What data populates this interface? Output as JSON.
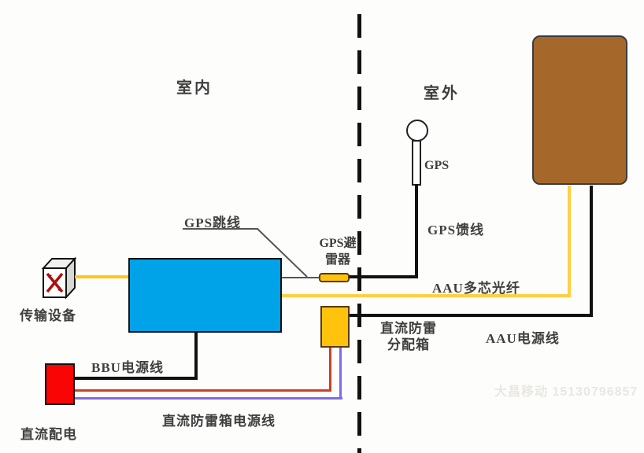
{
  "regions": {
    "indoor": "室内",
    "outdoor": "室外"
  },
  "nodes": {
    "transmission_label": "传输设备",
    "gps_label": "GPS",
    "arrester_line1": "GPS避",
    "arrester_line2": "雷器",
    "spd_box_line1": "直流防雷",
    "spd_box_line2": "分配箱",
    "dc_power_label": "直流配电"
  },
  "cables": {
    "gps_jumper": "GPS跳线",
    "gps_feeder": "GPS馈线",
    "aau_fiber": "AAU多芯光纤",
    "aau_power": "AAU电源线",
    "bbu_power": "BBU电源线",
    "spd_power": "直流防雷箱电源线"
  },
  "watermark": "大昌移动 15130796857",
  "colors": {
    "bbu_fill": "#00a2e8",
    "aau_fill": "#a5682a",
    "dc_power_fill": "#f90506",
    "spd_box_fill": "#ffc20d",
    "fiber_yellow": "#ffce45",
    "power_black": "#111111",
    "dc_red_line": "#cc4125",
    "dc_purple_line": "#7f6be8",
    "jumper_gray": "#555555"
  }
}
